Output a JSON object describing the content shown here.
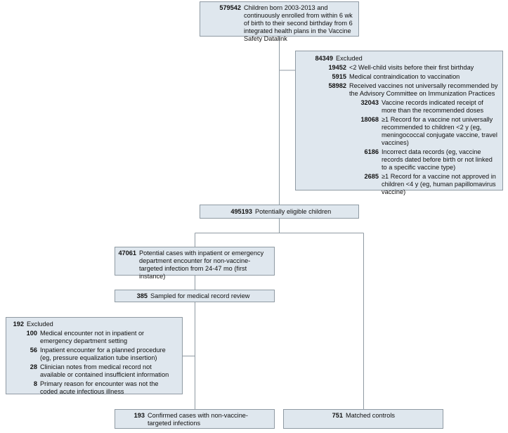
{
  "cohort": {
    "count": "579542",
    "description": "Children born 2003-2013 and continuously enrolled from within 6 wk of birth to their second birthday from 6 integrated health plans in the Vaccine Safety Datalink"
  },
  "exclusion1": {
    "count": "84349",
    "label": "Excluded",
    "reasons": [
      {
        "count": "19452",
        "text": "<2 Well-child visits before their first birthday"
      },
      {
        "count": "5915",
        "text": "Medical contraindication to vaccination"
      },
      {
        "count": "58982",
        "text": "Received vaccines not universally recommended by the Advisory Committee on Immunization Practices"
      }
    ],
    "subreasons": [
      {
        "count": "32043",
        "text": "Vaccine records indicated receipt of more than the recommended doses"
      },
      {
        "count": "18068",
        "text": "≥1 Record for a vaccine not universally recommended to children <2 y (eg, meningococcal conjugate vaccine, travel vaccines)"
      },
      {
        "count": "6186",
        "text": "Incorrect data records (eg, vaccine records dated before birth or not linked to a specific vaccine type)"
      },
      {
        "count": "2685",
        "text": "≥1 Record for a vaccine not approved in children <4 y (eg, human papillomavirus vaccine)"
      }
    ]
  },
  "eligible": {
    "count": "495193",
    "text": "Potentially eligible children"
  },
  "potential_cases": {
    "count": "47061",
    "text": "Potential cases with inpatient or emergency department encounter for non-vaccine-targeted infection from 24-47 mo (first instance)"
  },
  "sampled": {
    "count": "385",
    "text": "Sampled for medical record review"
  },
  "exclusion2": {
    "count": "192",
    "label": "Excluded",
    "reasons": [
      {
        "count": "100",
        "text": "Medical encounter not in inpatient or emergency department setting"
      },
      {
        "count": "56",
        "text": "Inpatient encounter for a planned procedure (eg, pressure equalization tube insertion)"
      },
      {
        "count": "28",
        "text": "Clinician notes from medical record not available or contained insufficient information"
      },
      {
        "count": "8",
        "text": "Primary reason for encounter was not the coded acute infectious illness"
      }
    ]
  },
  "confirmed": {
    "count": "193",
    "text": "Confirmed cases with non-vaccine-targeted infections"
  },
  "controls": {
    "count": "751",
    "text": "Matched controls"
  },
  "colors": {
    "box_fill": "#dfe7ee",
    "box_border": "#8f9aa3",
    "line": "#8f9aa3"
  }
}
